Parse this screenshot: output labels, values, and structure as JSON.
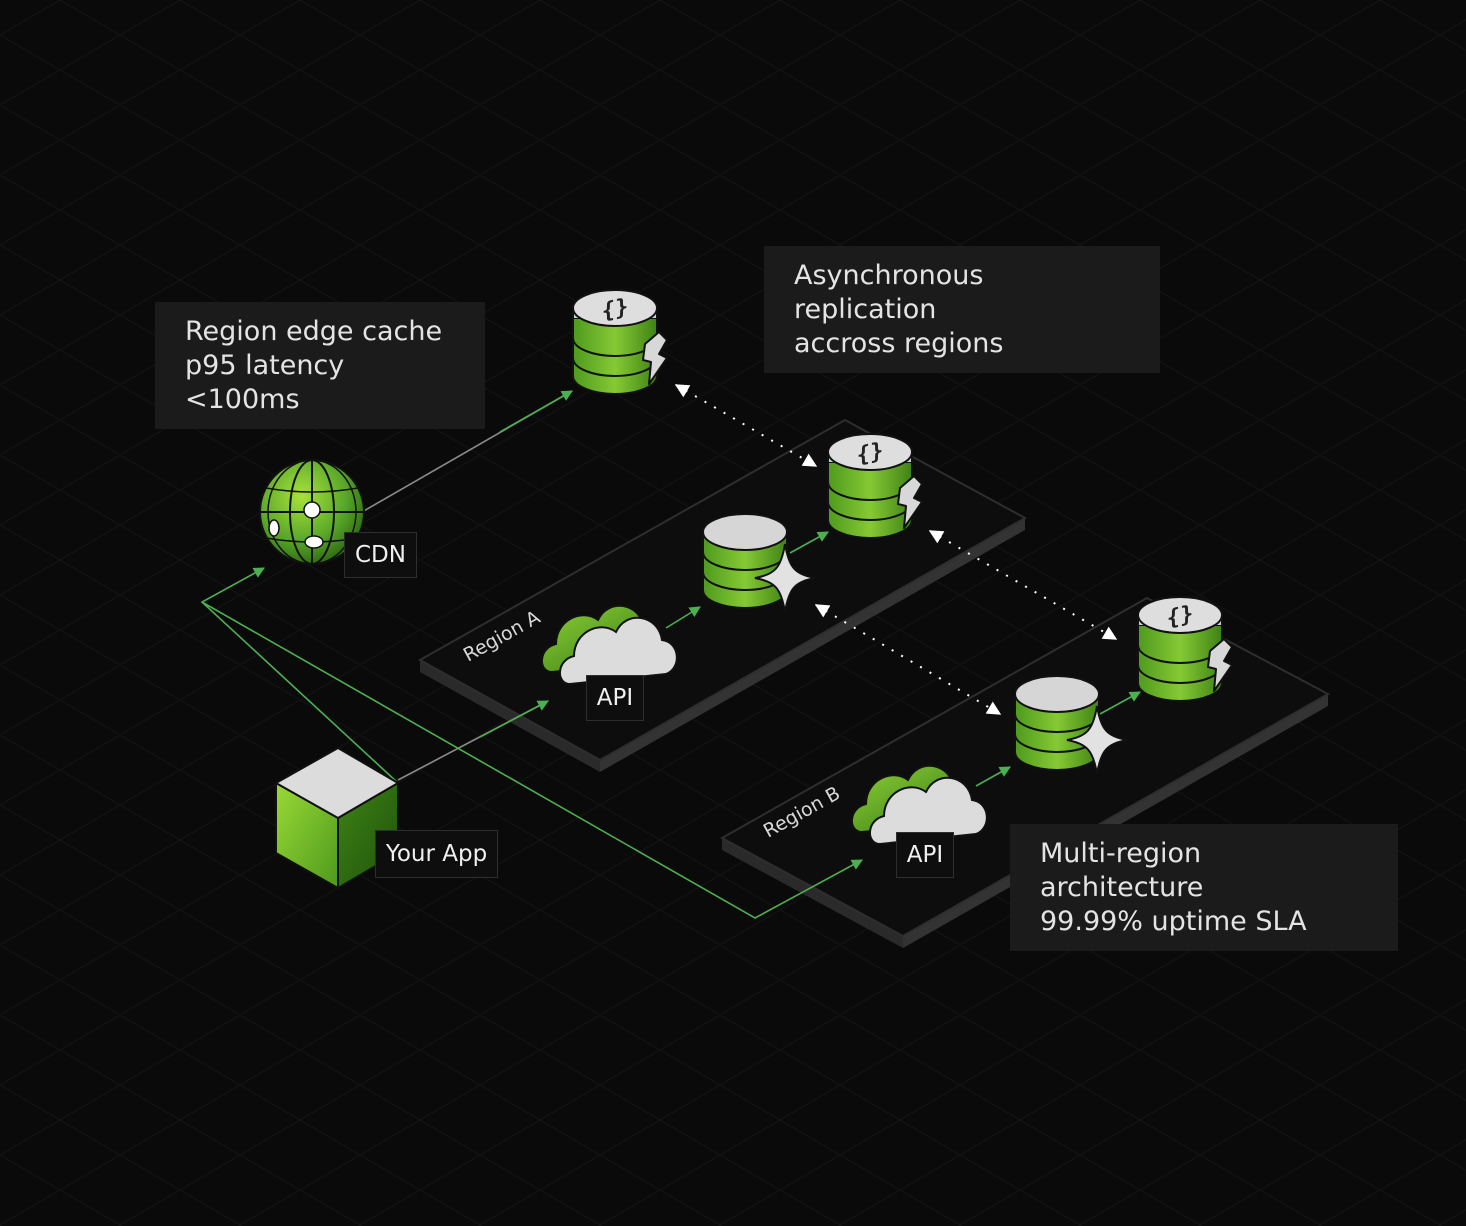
{
  "annotations": {
    "edge_cache": {
      "line1": "Region edge cache",
      "line2": "p95 latency <100ms"
    },
    "replication": {
      "line1": "Asynchronous replication",
      "line2": "accross regions"
    },
    "multi_region": {
      "line1": "Multi-region architecture",
      "line2": "99.99% uptime SLA"
    }
  },
  "nodes": {
    "cdn": "CDN",
    "app": "Your App",
    "api_a": "API",
    "api_b": "API"
  },
  "regions": {
    "a": "Region A",
    "b": "Region B"
  },
  "colors": {
    "background": "#0a0a0a",
    "accent_green": "#5aa82a",
    "green_light": "#9fdc36",
    "green_dark": "#2f6e12",
    "connector_green": "#3c9a4a",
    "connector_gray": "#8a8a8a",
    "panel": "#1b1b1b"
  },
  "icons": {
    "cdn": "globe-icon",
    "app": "cube-icon",
    "api": "cloud-icon",
    "database": "database-icon",
    "sparkle": "sparkle-icon",
    "document_db": "curly-braces-database-icon",
    "lightning": "lightning-icon"
  }
}
